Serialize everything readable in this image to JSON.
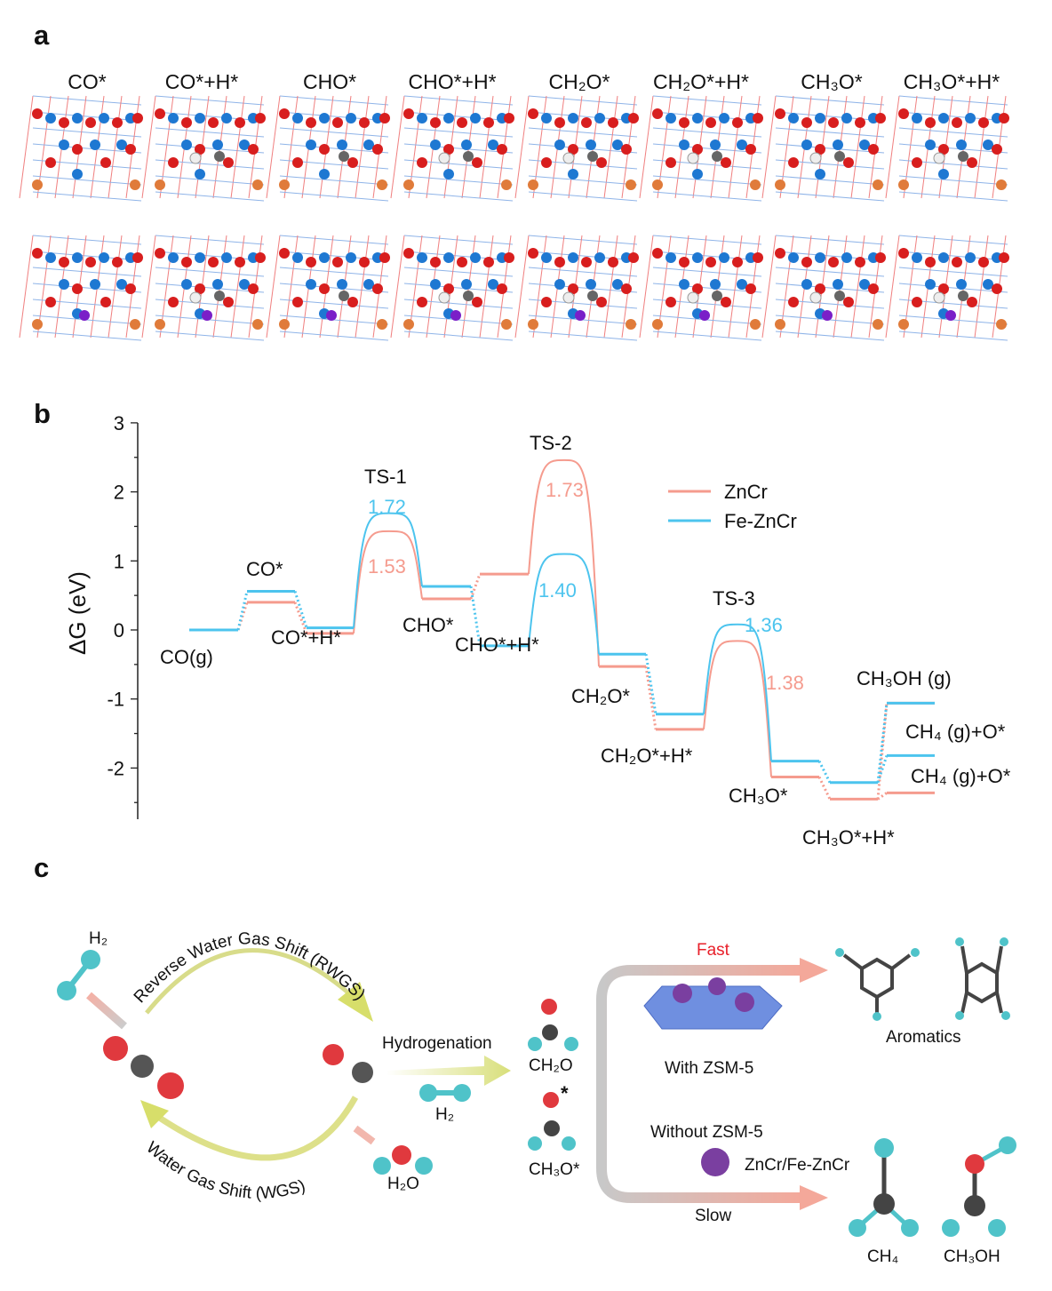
{
  "panels": {
    "a": "a",
    "b": "b",
    "c": "c"
  },
  "panel_a": {
    "labels": [
      "CO*",
      "CO*+H*",
      "CHO*",
      "CHO*+H*",
      "CH₂O*",
      "CH₂O*+H*",
      "CH₃O*",
      "CH₃O*+H*"
    ],
    "rows": 2
  },
  "chart_data": {
    "type": "line",
    "title": "",
    "xlabel": "",
    "ylabel": "ΔG (eV)",
    "ylim": [
      -2.5,
      3
    ],
    "yticks": [
      "3",
      "2",
      "1",
      "0",
      "-1",
      "-2"
    ],
    "ytick_values": [
      3,
      2,
      1,
      0,
      -1,
      -2
    ],
    "legend_position": "top-right",
    "steps": [
      "CO(g)",
      "CO*",
      "CO*+H*",
      "TS-1",
      "CHO*",
      "CHO*+H*",
      "TS-2",
      "CH₂O*",
      "CH₂O*+H*",
      "TS-3",
      "CH₃O*",
      "CH₃O*+H*",
      "CH₄ (g)+O*",
      "CH₃OH (g)"
    ],
    "series": [
      {
        "name": "ZnCr",
        "color": "#f59b8e",
        "values": [
          0,
          0.4,
          -0.05,
          1.43,
          0.45,
          0.81,
          2.46,
          -0.53,
          -1.44,
          -0.16,
          -2.13,
          -2.45,
          -2.36,
          -1.06
        ],
        "barriers": [
          "1.53",
          "1.73",
          "1.38"
        ]
      },
      {
        "name": "Fe-ZnCr",
        "color": "#4cc4ee",
        "values": [
          0,
          0.56,
          0.03,
          1.69,
          0.63,
          -0.23,
          1.1,
          -0.35,
          -1.22,
          0.08,
          -1.9,
          -2.21,
          -1.82,
          -1.06
        ],
        "barriers": [
          "1.72",
          "1.40",
          "1.36"
        ]
      }
    ],
    "state_labels": {
      "co_g": "CO(g)",
      "co": "CO*",
      "co_h": "CO*+H*",
      "ts1": "TS-1",
      "cho": "CHO*",
      "cho_h": "CHO*+H*",
      "ts2": "TS-2",
      "ch2o": "CH₂O*",
      "ch2o_h": "CH₂O*+H*",
      "ts3": "TS-3",
      "ch3o": "CH₃O*",
      "ch3o_h": "CH₃O*+H*",
      "ch3oh": "CH₃OH (g)",
      "ch4_fe": "CH₄ (g)+O*",
      "ch4_zn": "CH₄ (g)+O*"
    }
  },
  "panel_c": {
    "h2_top": "H₂",
    "rwgs": "Reverse Water Gas Shift (RWGS)",
    "wgs": "Water Gas Shift (WGS)",
    "hydrogenation": "Hydrogenation",
    "h2_mid": "H₂",
    "h2o": "H₂O",
    "ch2o": "CH₂O",
    "ch3o": "CH₃O*",
    "star": "*",
    "fast": "Fast",
    "slow": "Slow",
    "with_zsm5": "With ZSM-5",
    "without_zsm5": "Without ZSM-5",
    "catalyst": "ZnCr/Fe-ZnCr",
    "aromatics": "Aromatics",
    "ch4": "CH₄",
    "ch3oh": "CH₃OH",
    "colors": {
      "fast": "#e8202a",
      "hydrogen": "#4fc3c9",
      "oxygen": "#e0393e",
      "carbon": "#555555",
      "zsm": "#6f8fe0",
      "cluster": "#7a3fa0"
    }
  }
}
